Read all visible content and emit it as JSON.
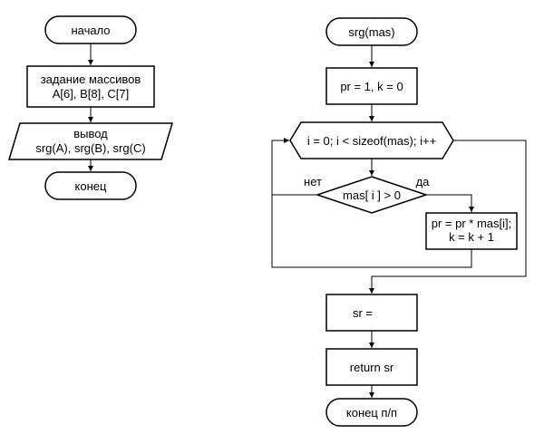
{
  "left": {
    "start": "начало",
    "assign_line1": "задание массивов",
    "assign_line2": "A[6], B[8], C[7]",
    "output_line1": "вывод",
    "output_line2": "srg(A), srg(B), srg(C)",
    "end": "конец"
  },
  "right": {
    "func": "srg(mas)",
    "init": "pr = 1, k = 0",
    "loop": "i = 0; i < sizeof(mas); i++",
    "cond": "mas[ i ] > 0",
    "no": "нет",
    "yes": "да",
    "body_line1": "pr = pr * mas[i];",
    "body_line2": "k = k + 1",
    "sr": "sr =",
    "ret": "return sr",
    "end": "конец п/п"
  }
}
